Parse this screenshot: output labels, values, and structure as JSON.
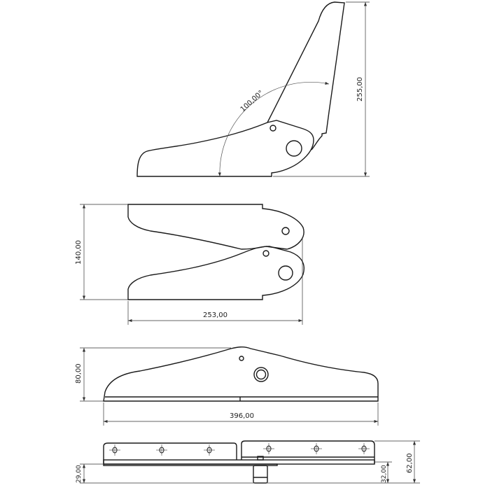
{
  "drawing": {
    "views": [
      {
        "name": "side-view-open",
        "dimensions": {
          "angle": "100,00°",
          "height": "255,00"
        }
      },
      {
        "name": "side-view-closed",
        "dimensions": {
          "height": "140,00",
          "length": "253,00"
        }
      },
      {
        "name": "side-view-flat",
        "dimensions": {
          "height": "80,00",
          "length": "396,00"
        }
      },
      {
        "name": "front-view",
        "dimensions": {
          "left_height": "29,00",
          "pin_height": "32,00",
          "total_height": "62,00"
        }
      }
    ],
    "line_color": "#1a1a1a",
    "background": "#ffffff"
  }
}
